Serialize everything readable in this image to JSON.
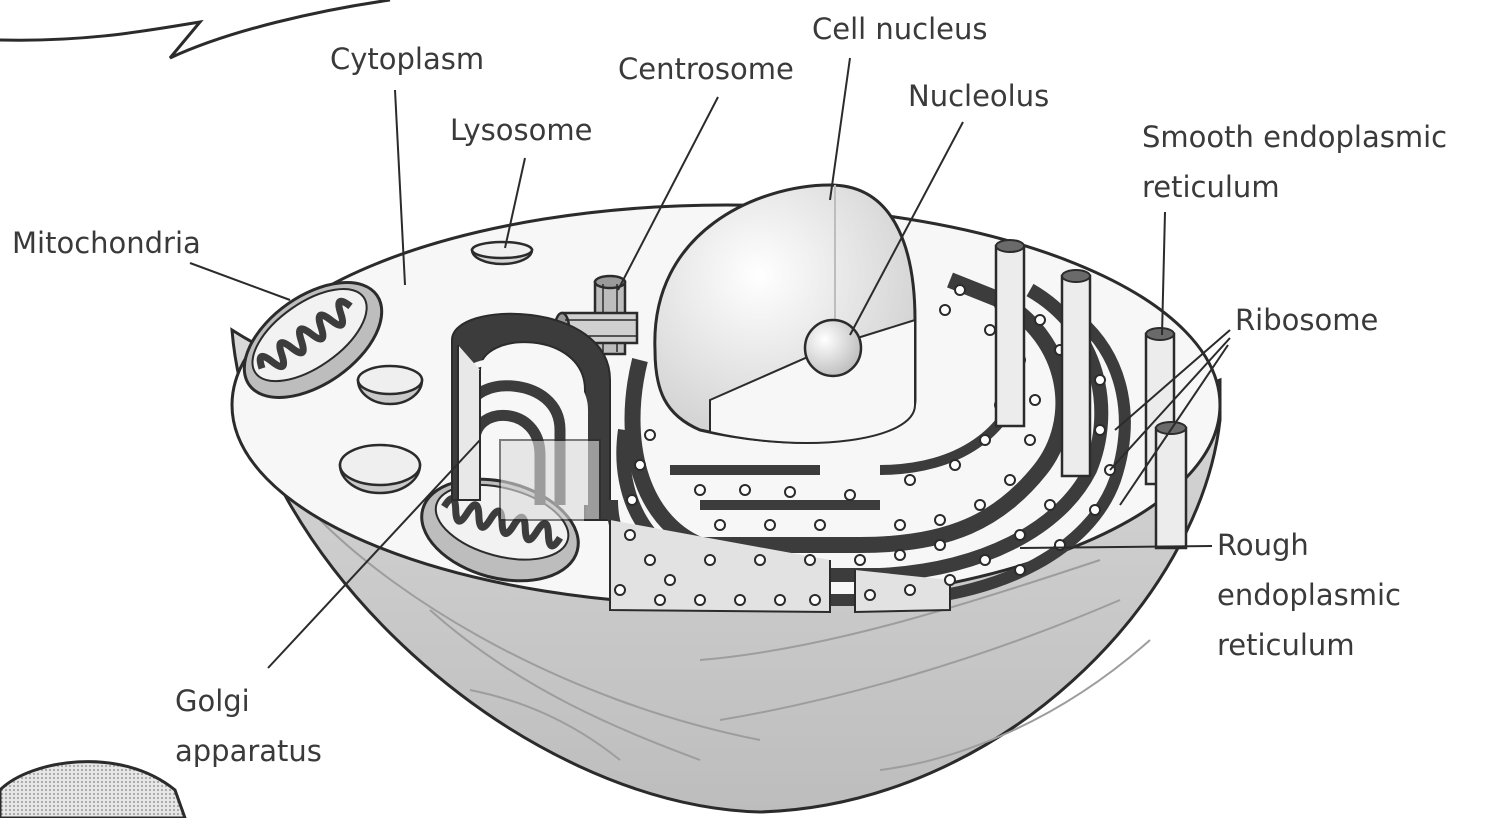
{
  "labels": {
    "cytoplasm": "Cytoplasm",
    "centrosome": "Centrosome",
    "cell_nucleus": "Cell nucleus",
    "nucleolus": "Nucleolus",
    "lysosome": "Lysosome",
    "mitochondria": "Mitochondria",
    "smooth_er": [
      "Smooth endoplasmic",
      "reticulum"
    ],
    "ribosome": "Ribosome",
    "rough_er": [
      "Rough",
      "endoplasmic",
      "reticulum"
    ],
    "golgi": [
      "Golgi",
      "apparatus"
    ]
  },
  "colors": {
    "ink": "#2b2b2b",
    "membrane_dark": "#3c3c3c",
    "shell": "#c9c9c9",
    "top_surface": "#f7f7f7",
    "nucleus": "#ededed",
    "label_text": "#3a3a3a"
  }
}
